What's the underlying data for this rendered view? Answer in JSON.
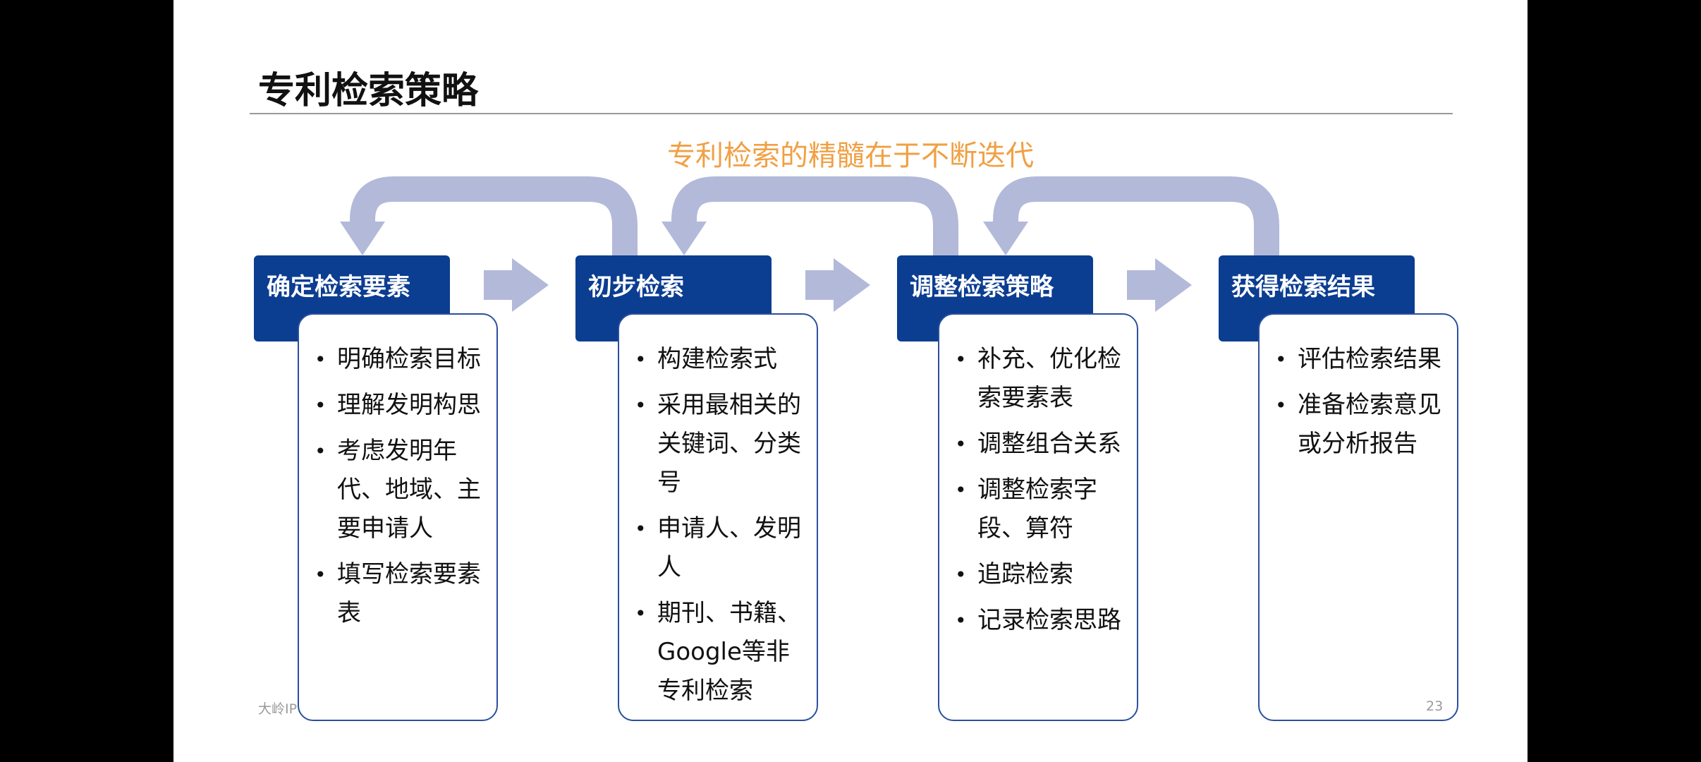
{
  "slide": {
    "title": "专利检索策略",
    "subtitle": "专利检索的精髓在于不断迭代",
    "footer_brand": "大岭IP",
    "page_number": "23"
  },
  "steps": [
    {
      "heading": "确定检索要素",
      "bullets": [
        "明确检索目标",
        "理解发明构思",
        "考虑发明年代、地域、主要申请人",
        "填写检索要素表"
      ]
    },
    {
      "heading": "初步检索",
      "bullets": [
        "构建检索式",
        "采用最相关的关键词、分类号",
        "申请人、发明人",
        "期刊、书籍、Google等非专利检索"
      ]
    },
    {
      "heading": "调整检索策略",
      "bullets": [
        "补充、优化检索要素表",
        "调整组合关系",
        "调整检索字段、算符",
        "追踪检索",
        "记录检索思路"
      ]
    },
    {
      "heading": "获得检索结果",
      "bullets": [
        "评估检索结果",
        "准备检索意见或分析报告"
      ]
    }
  ],
  "colors": {
    "heading_bg": "#0b3d91",
    "box_border": "#2c4f9e",
    "subtitle": "#f0a044",
    "arrow": "#b3b9d9",
    "background_letterbox": "#000000"
  },
  "icons": {
    "forward_arrow": "right-arrow-icon",
    "loop_arrow": "u-turn-arrow-icon",
    "bullet": "bullet-icon"
  }
}
